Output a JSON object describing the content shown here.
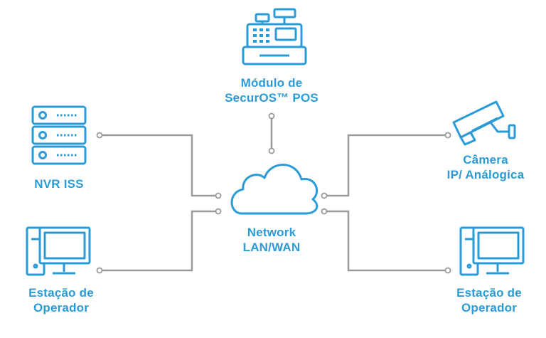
{
  "colors": {
    "accent": "#2a9bd6",
    "connector": "#9a9a9a",
    "background": "#ffffff"
  },
  "nodes": {
    "pos": {
      "line1": "Módulo de",
      "line2": "SecurOS™ POS",
      "icon": "cash-register-icon"
    },
    "nvr": {
      "line1": "NVR ISS",
      "icon": "server-icon"
    },
    "camera": {
      "line1": "Câmera",
      "line2": "IP/ Análogica",
      "icon": "security-camera-icon"
    },
    "op_left": {
      "line1": "Estação de",
      "line2": "Operador",
      "icon": "workstation-icon"
    },
    "op_right": {
      "line1": "Estação de",
      "line2": "Operador",
      "icon": "workstation-icon"
    },
    "network": {
      "line1": "Network",
      "line2": "LAN/WAN",
      "icon": "cloud-icon"
    }
  }
}
